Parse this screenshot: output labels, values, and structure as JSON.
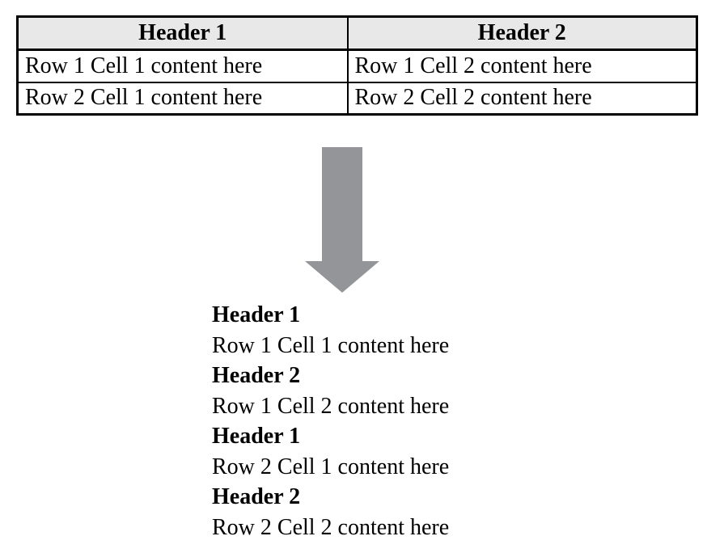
{
  "table": {
    "columns": [
      "Header 1",
      "Header 2"
    ],
    "rows": [
      [
        "Row 1 Cell 1 content here",
        "Row 1 Cell 2 content here"
      ],
      [
        "Row 2 Cell 1 content here",
        "Row 2 Cell 2 content here"
      ]
    ]
  },
  "arrow": {
    "direction": "down"
  },
  "linearized": {
    "lines": [
      {
        "text": "Header 1",
        "bold": true
      },
      {
        "text": "Row 1 Cell 1 content here",
        "bold": false
      },
      {
        "text": "Header 2",
        "bold": true
      },
      {
        "text": "Row 1 Cell 2 content here",
        "bold": false
      },
      {
        "text": "Header 1",
        "bold": true
      },
      {
        "text": "Row 2 Cell 1 content here",
        "bold": false
      },
      {
        "text": "Header 2",
        "bold": true
      },
      {
        "text": "Row 2 Cell 2 content here",
        "bold": false
      }
    ]
  },
  "colors": {
    "header_bg": "#e8e8e8",
    "border": "#000000",
    "arrow": "#939599",
    "text": "#000000"
  }
}
